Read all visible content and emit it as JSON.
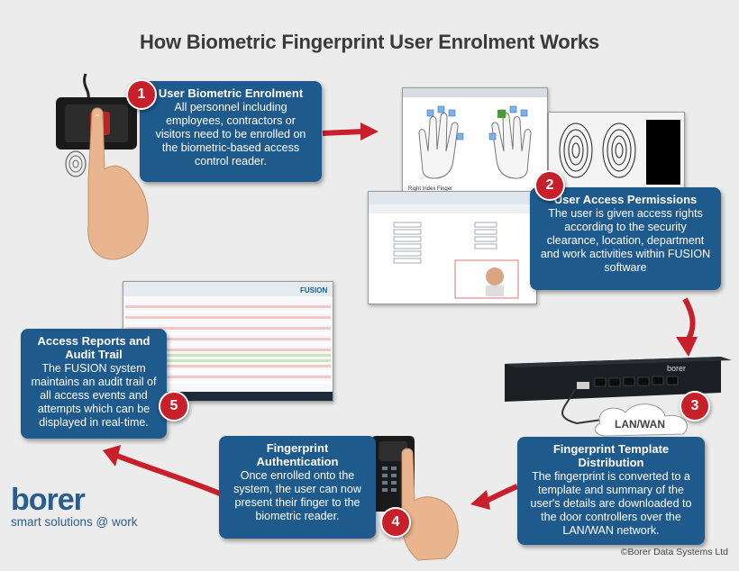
{
  "title": "How Biometric Fingerprint User Enrolment Works",
  "steps": [
    {
      "number": "1",
      "heading": "User Biometric Enrolment",
      "body": "All personnel including employees, contractors or visitors need to be enrolled on the biometric-based access control reader."
    },
    {
      "number": "2",
      "heading": "User Access Permissions",
      "body": "The user is given access rights according to the security clearance, location, department and work activities within FUSION software"
    },
    {
      "number": "3",
      "heading": "Fingerprint Template Distribution",
      "body": "The fingerprint is converted to a template and summary of the user's details are downloaded to the door controllers over the LAN/WAN network."
    },
    {
      "number": "4",
      "heading": "Fingerprint Authentication",
      "body": "Once enrolled onto the system, the user can now present their finger to the biometric reader."
    },
    {
      "number": "5",
      "heading": "Access Reports and Audit Trail",
      "body": "The FUSION system maintains an audit trail of all access events and attempts which can be displayed in real-time."
    }
  ],
  "network_label": "LAN/WAN",
  "screens": {
    "enrol_caption": "Right Index Finger",
    "fusion_brand": "FUSION",
    "controller_brand": "borer"
  },
  "logo": {
    "word": "borer",
    "tagline": "smart solutions @ work"
  },
  "copyright": "©Borer Data Systems Ltd",
  "colors": {
    "box": "#1f5a8c",
    "badge": "#c8202a",
    "arrow": "#c8202a",
    "background": "#ececec"
  }
}
